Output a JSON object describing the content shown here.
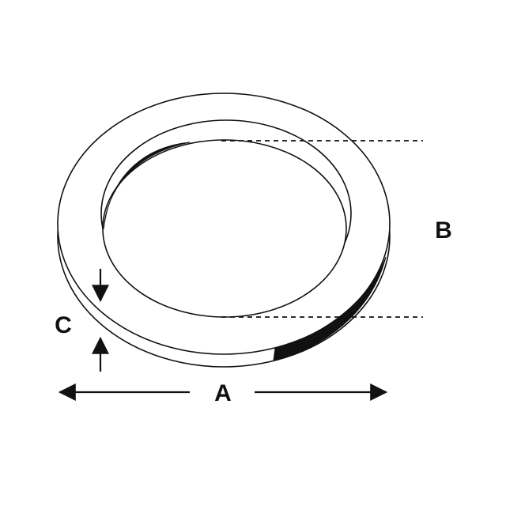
{
  "labels": {
    "outer_diameter": "A",
    "inner_diameter": "B",
    "thickness": "C"
  },
  "colors": {
    "stroke": "#111111",
    "fill": "#ffffff",
    "shade": "#111111"
  }
}
